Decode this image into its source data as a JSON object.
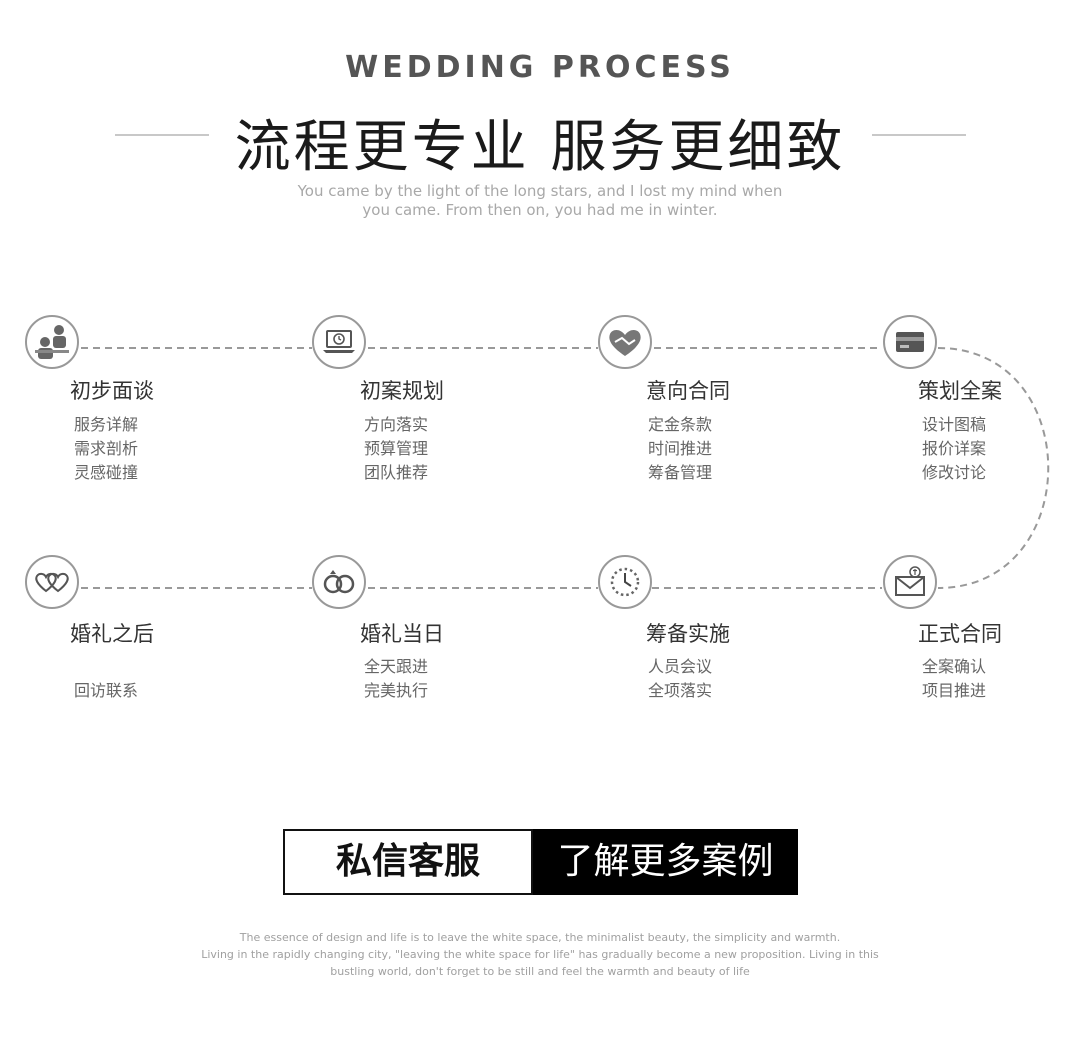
{
  "header": {
    "title_en": "WEDDING PROCESS",
    "title_zh": "流程更专业 服务更细致",
    "subtitle_line1": "You came by the light of the long stars, and I lost my mind when",
    "subtitle_line2": "you came. From then on, you had me in winter."
  },
  "steps": [
    {
      "title": "初步面谈",
      "items": [
        "服务详解",
        "需求剖析",
        "灵感碰撞"
      ],
      "icon": "consultation-icon"
    },
    {
      "title": "初案规划",
      "items": [
        "方向落实",
        "预算管理",
        "团队推荐"
      ],
      "icon": "laptop-clock-icon"
    },
    {
      "title": "意向合同",
      "items": [
        "定金条款",
        "时间推进",
        "筹备管理"
      ],
      "icon": "heart-handshake-icon"
    },
    {
      "title": "策划全案",
      "items": [
        "设计图稿",
        "报价详案",
        "修改讨论"
      ],
      "icon": "card-icon"
    },
    {
      "title": "正式合同",
      "items": [
        "全案确认",
        "项目推进"
      ],
      "icon": "money-envelope-icon"
    },
    {
      "title": "筹备实施",
      "items": [
        "人员会议",
        "全项落实"
      ],
      "icon": "clock-icon"
    },
    {
      "title": "婚礼当日",
      "items": [
        "全天跟进",
        "完美执行"
      ],
      "icon": "wedding-rings-icon"
    },
    {
      "title": "婚礼之后",
      "items": [
        "",
        "回访联系"
      ],
      "icon": "hearts-icon"
    }
  ],
  "cta": {
    "left_label": "私信客服",
    "right_label": "了解更多案例"
  },
  "footer": {
    "line1": "The essence of design and life is to leave the white space, the minimalist beauty, the simplicity and warmth.",
    "line2": "Living in the rapidly changing city, \"leaving the white space for life\" has gradually become a new proposition. Living in this",
    "line3": "bustling world, don't forget to be still and feel the warmth and beauty of life"
  }
}
